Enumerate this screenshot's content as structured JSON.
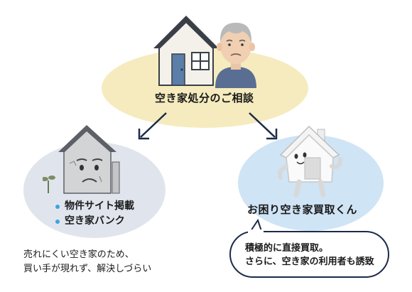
{
  "top": {
    "heading": "空き家処分のご相談"
  },
  "left": {
    "bullets": [
      "物件サイト掲載",
      "空き家バンク"
    ],
    "caption_lines": [
      "売れにくい空き家のため、",
      "買い手が現れず、解決しづらい"
    ]
  },
  "right": {
    "heading": "お困り空き家買取くん",
    "bubble_lines": [
      "積極的に直接買取。",
      "さらに、空き家の利用者も誘致"
    ]
  },
  "colors": {
    "top_ellipse": "#f5ebbe",
    "left_ellipse": "#e0e5ed",
    "right_ellipse": "#cfe4f5",
    "bullet_dot": "#39a5e0",
    "arrow": "#1c2b4a"
  },
  "icons": {
    "top_house": "house-icon",
    "elderly_man": "elderly-man-icon",
    "sad_house": "sad-house-icon",
    "happy_house_mascot": "happy-house-mascot-icon"
  }
}
